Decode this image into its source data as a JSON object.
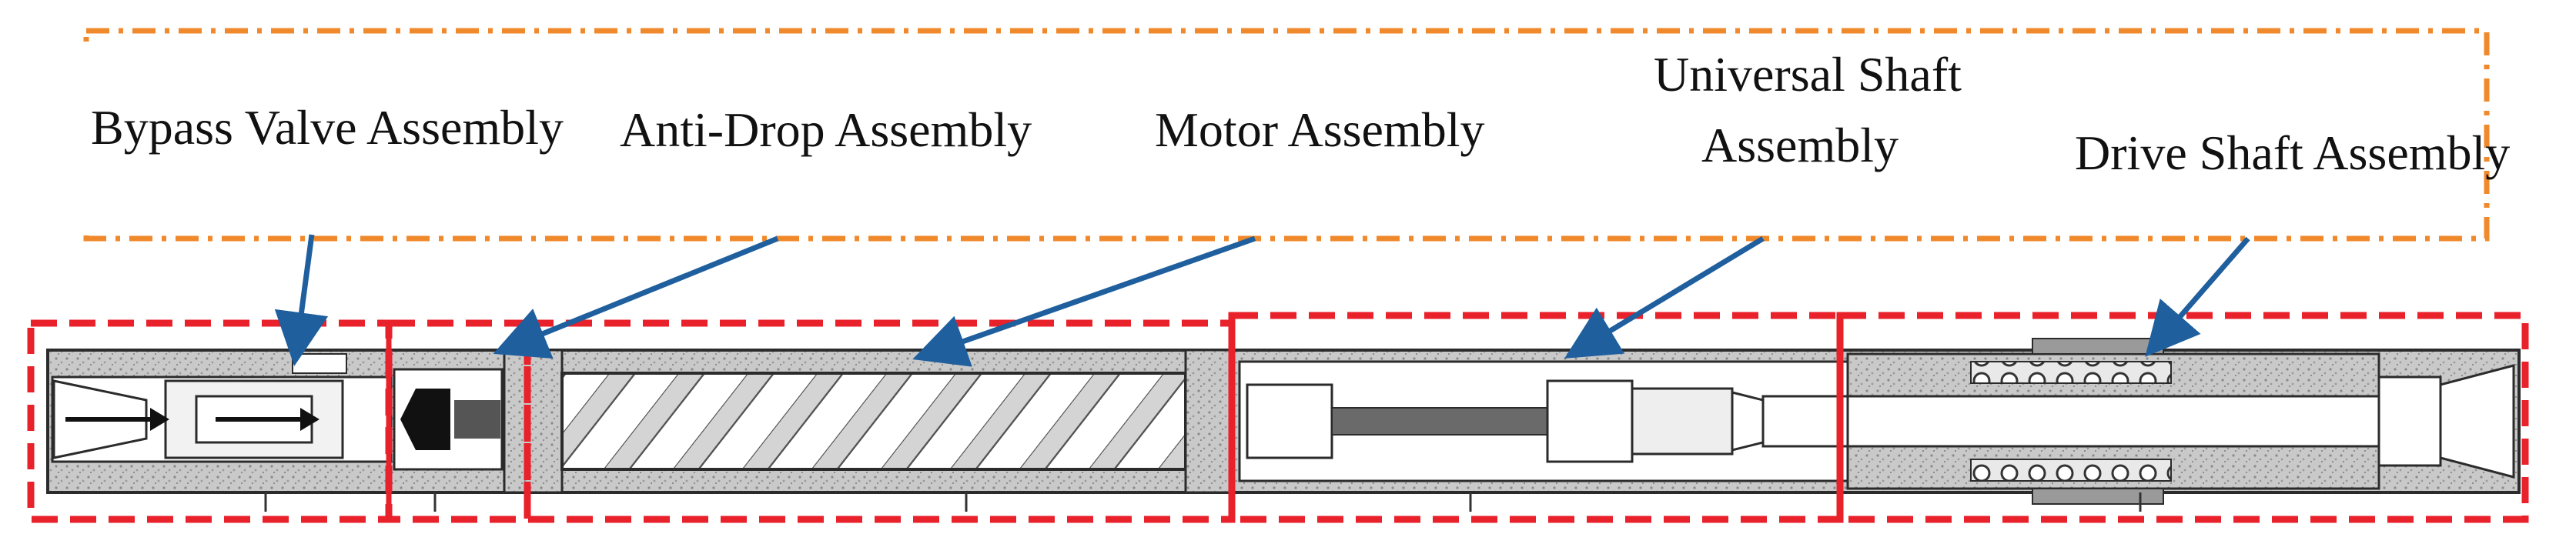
{
  "labels": {
    "bypass_valve": "Bypass Valve Assembly",
    "anti_drop": "Anti-Drop Assembly",
    "motor": "Motor Assembly",
    "universal_shaft_line1": "Universal Shaft",
    "universal_shaft_line2": "Assembly",
    "drive_shaft": "Drive Shaft Assembly"
  },
  "colors": {
    "label_frame": "#f0892b",
    "section_frame": "#e8212b",
    "arrow": "#1f5f9e",
    "tool_body": "#bdbdbd",
    "outline": "#2b2b2b"
  }
}
